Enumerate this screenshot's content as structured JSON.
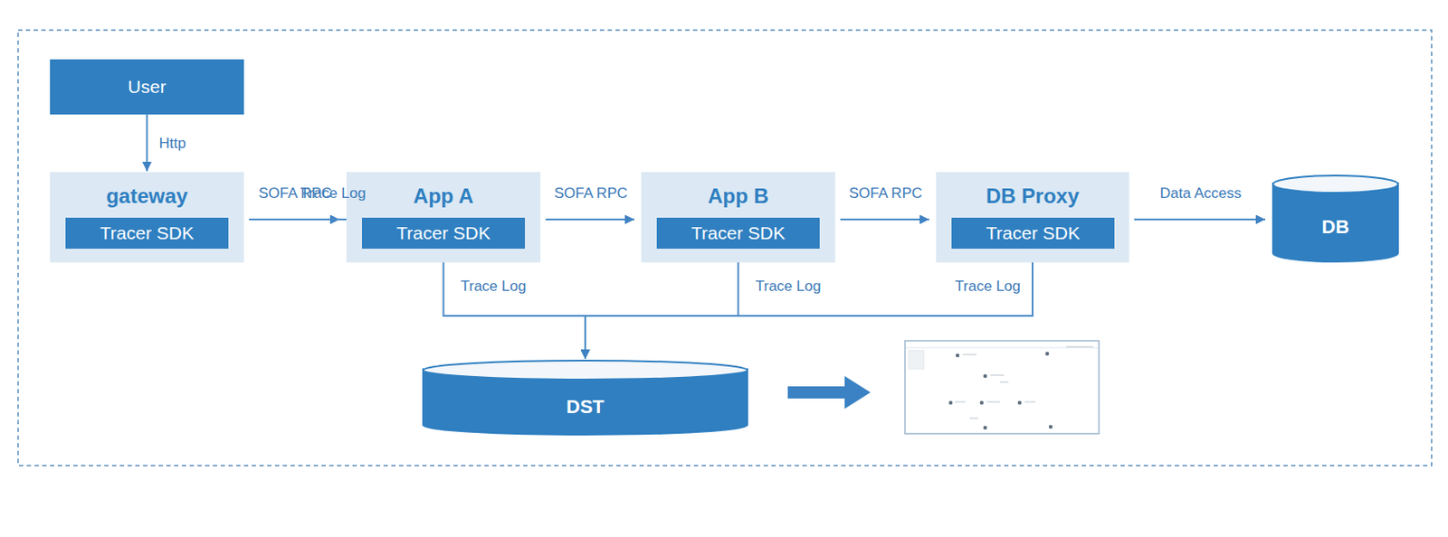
{
  "diagram": {
    "nodes": [
      {
        "text": [
          "User"
        ]
      },
      {
        "text": [
          "gateway"
        ]
      },
      {
        "text": [
          "Tracer SDK"
        ],
        "in": 1
      },
      {
        "text": [
          "App A"
        ]
      },
      {
        "text": [
          "Tracer SDK"
        ],
        "in": 3
      },
      {
        "text": [
          "App B"
        ]
      },
      {
        "text": [
          "Tracer SDK"
        ],
        "in": 5
      },
      {
        "text": [
          "DB Proxy"
        ]
      },
      {
        "text": [
          "Tracer SDK"
        ],
        "in": 7
      },
      {
        "text": [
          "DB"
        ]
      },
      {
        "text": [
          "DST"
        ]
      }
    ],
    "edges": [
      {
        "from": 0,
        "to": 1,
        "label": "Http",
        "arrow": "to"
      },
      {
        "from": 1,
        "to": 3,
        "label": "SOFA RPC",
        "arrow": "to"
      },
      {
        "from": 3,
        "to": 5,
        "label": "SOFA RPC",
        "arrow": "to"
      },
      {
        "from": 5,
        "to": 7,
        "label": "SOFA RPC",
        "arrow": "to"
      },
      {
        "from": 7,
        "to": 9,
        "label": "Data Access",
        "arrow": "to"
      },
      {
        "from": 1,
        "to": 10,
        "label": "Trace Log",
        "arrow": "to"
      },
      {
        "from": 3,
        "to": 10,
        "label": "Trace Log",
        "arrow": "to"
      },
      {
        "from": 5,
        "to": 10,
        "label": "Trace Log",
        "arrow": "to"
      },
      {
        "from": 7,
        "to": 10,
        "label": "Trace Log",
        "arrow": "to"
      }
    ]
  }
}
